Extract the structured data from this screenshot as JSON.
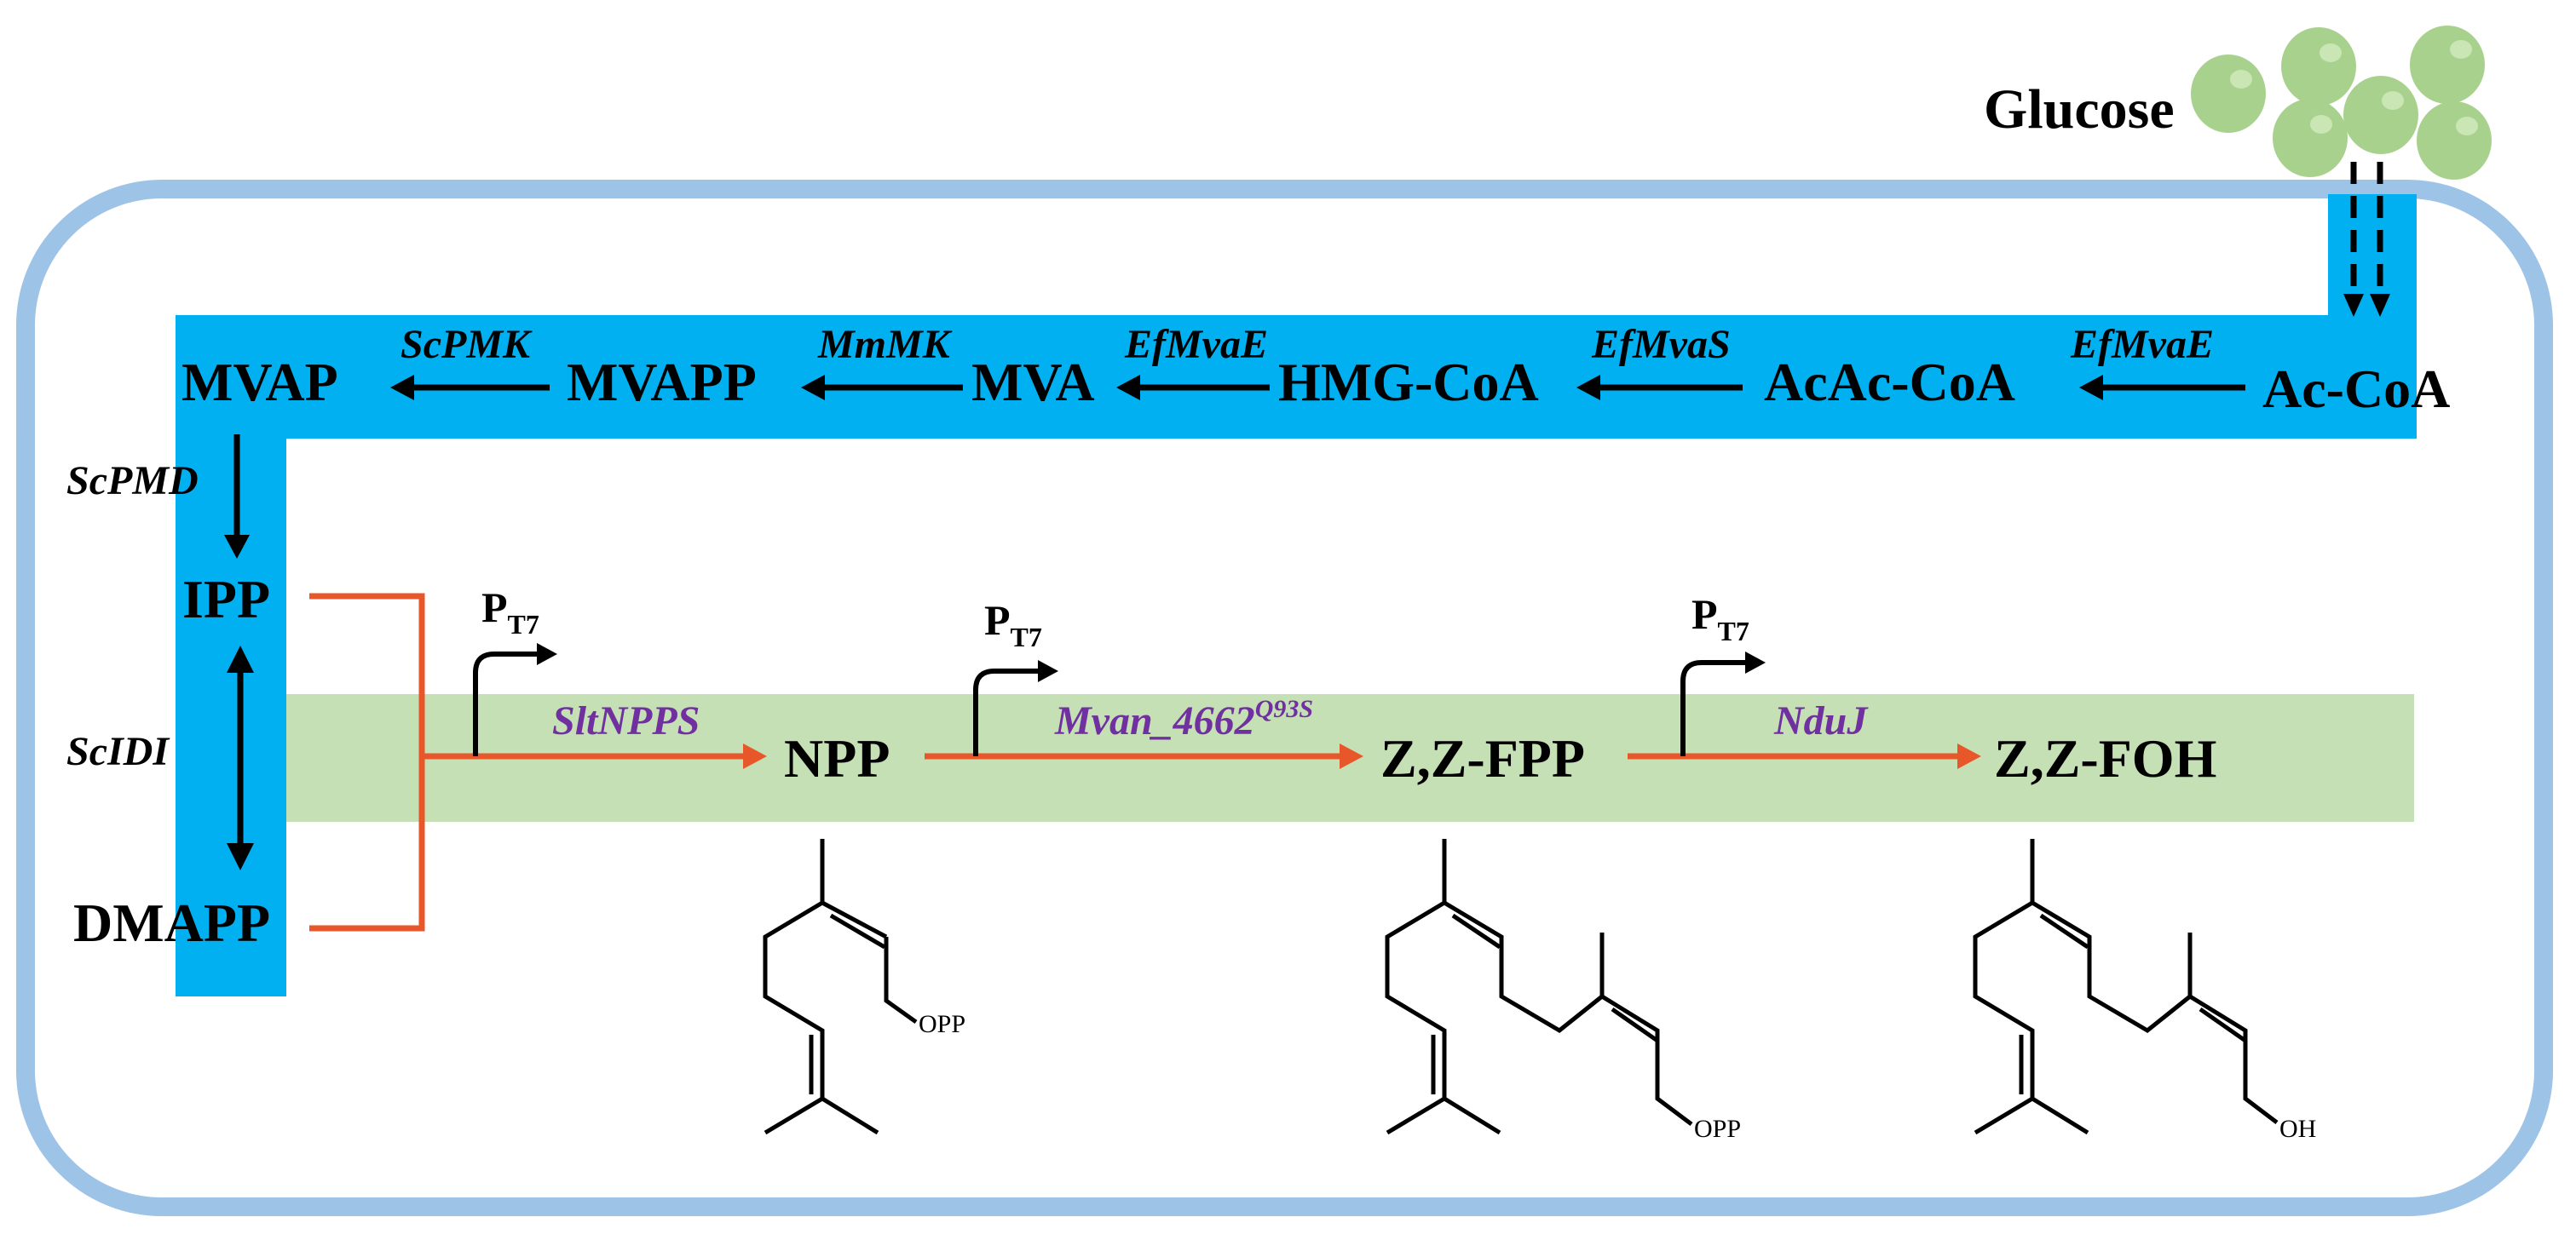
{
  "colors": {
    "cell_border": "#9dc3e6",
    "cytosol_lane": "#00b0f0",
    "heterologous_lane": "#c5e0b4",
    "orange_arrow": "#e8572a",
    "purple_text": "#7030a0",
    "glucose": "#a9d18e"
  },
  "external": {
    "glucose": "Glucose"
  },
  "metabolites": {
    "ac_coa": "Ac-CoA",
    "acac_coa": "AcAc-CoA",
    "hmg_coa": "HMG-CoA",
    "mva": "MVA",
    "mvapp": "MVAPP",
    "mvap": "MVAP",
    "ipp": "IPP",
    "dmapp": "DMAPP",
    "npp": "NPP",
    "zz_fpp": "Z,Z-FPP",
    "zz_foh": "Z,Z-FOH"
  },
  "enzymes": {
    "efmvae_1": "EfMvaE",
    "efmvas": "EfMvaS",
    "efmvae_2": "EfMvaE",
    "mmmk": "MmMK",
    "scpmk": "ScPMK",
    "scpmd": "ScPMD",
    "scidi": "ScIDI",
    "sltnpps": "SltNPPS",
    "mvan_base": "Mvan_4662",
    "mvan_sup": "Q93S",
    "nduj": "NduJ"
  },
  "promoter": {
    "p": "P",
    "sub": "T7"
  },
  "structure_labels": {
    "opp_1": "OPP",
    "opp_2": "OPP",
    "oh": "OH"
  }
}
